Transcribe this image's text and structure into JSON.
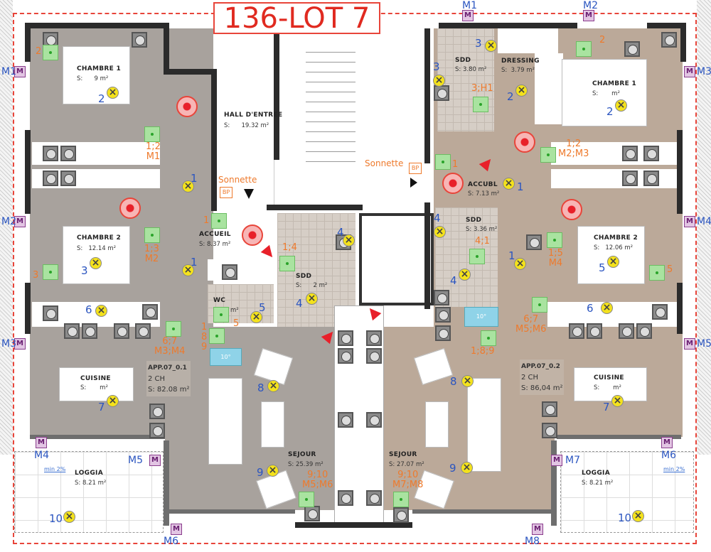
{
  "title": "136-LOT 7",
  "apartments": [
    {
      "id": "APP.07_0.1",
      "type": "2 CH",
      "area": "S: 82.08 m²"
    },
    {
      "id": "APP.07_0.2",
      "type": "2 CH",
      "area": "S: 86,04 m²"
    }
  ],
  "rooms": [
    {
      "name": "CHAMBRE 1",
      "area": "S:      9 m²"
    },
    {
      "name": "HALL D'ENTREE",
      "area": "S:      19.32 m²"
    },
    {
      "name": "CHAMBRE 2",
      "area": "S:   12.14 m²"
    },
    {
      "name": "ACCUEIL",
      "area": "S: 8.37 m²"
    },
    {
      "name": "SDD",
      "area": "S:      2 m²"
    },
    {
      "name": "WC",
      "area": "m²"
    },
    {
      "name": "CUISINE",
      "area": "S:       m²"
    },
    {
      "name": "SEJOUR",
      "area": "S: 25.39 m²"
    },
    {
      "name": "LOGGIA",
      "area": "S: 8.21 m²"
    },
    {
      "name": "SDD",
      "area": "S: 3.80 m²"
    },
    {
      "name": "DRESSING",
      "area": "S:  3.79 m²"
    },
    {
      "name": "CHAMBRE 1",
      "area": "S:       m²"
    },
    {
      "name": "ACCUBL",
      "area": "S: 7.13 m²"
    },
    {
      "name": "SDD",
      "area": "S: 3.36 m²"
    },
    {
      "name": "CHAMBRE 2",
      "area": "S:   12.06 m²"
    },
    {
      "name": "CUISINE",
      "area": "S:       m²"
    },
    {
      "name": "SEJOUR",
      "area": "S: 27.07 m²"
    },
    {
      "name": "LOGGIA",
      "area": "S: 8.21 m²"
    }
  ],
  "lights": [
    "2",
    "3",
    "1",
    "1",
    "6",
    "7",
    "8",
    "9",
    "10",
    "5",
    "4",
    "4",
    "3",
    "3",
    "2",
    "2",
    "1",
    "4",
    "4",
    "1",
    "5",
    "6",
    "7",
    "8",
    "9",
    "10"
  ],
  "circuits": [
    "2",
    "1;2\nM1",
    "1;3\nM2",
    "3",
    "1",
    "1;4",
    "5",
    "1\n8\n9",
    "6;7\nM3;M4",
    "9;10\nM5;M6",
    "2",
    "3;H1",
    "1;2\nM2;M3",
    "1",
    "4;1",
    "1;5\nM4",
    "5",
    "6;7\nM5;M6",
    "1;8;9",
    "9;10\nM7;M8"
  ],
  "meters": [
    "M1",
    "M2",
    "M3",
    "M4",
    "M5",
    "M6",
    "M1",
    "M2",
    "M3",
    "M4",
    "M5",
    "M6",
    "M7",
    "M8"
  ],
  "meter_symbol": "M",
  "doorbell": {
    "label": "Sonnette",
    "button": "BP"
  },
  "thermostat": "10°",
  "slope": "min 2%",
  "colors": {
    "apt1": "#a8a29d",
    "apt2": "#bba999",
    "accent": "#e8453a"
  }
}
